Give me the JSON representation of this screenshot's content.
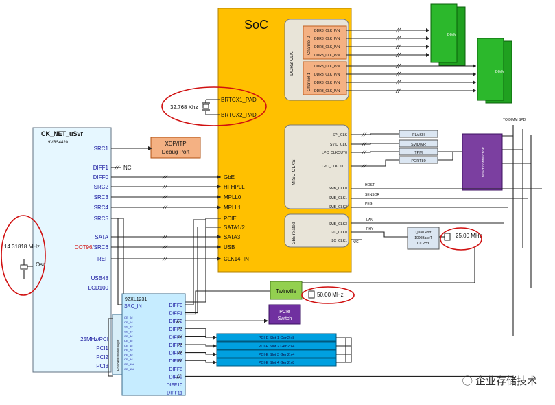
{
  "soc": {
    "title": "SoC",
    "rtc_pins": [
      "BRTCX1_PAD",
      "BRTCX2_PAD"
    ],
    "left_pins": [
      "GbE",
      "HFHPLL",
      "MPLL0",
      "MPLL1",
      "PCIE",
      "SATA1/2",
      "SATA3",
      "USB",
      "CLK14_IN"
    ],
    "ddr3_clk_label": "DDR3 CLK",
    "channel0_label": "Channel 0",
    "channel1_label": "Channel 1",
    "ddr3_pins": [
      "DDR3_CLK_P/N",
      "DDR3_CLK_P/N",
      "DDR3_CLK_P/N",
      "DDR3_CLK_P/N",
      "DDR3_CLK_P/N",
      "DDR3_CLK_P/N",
      "DDR3_CLK_P/N",
      "DDR3_CLK_P/N"
    ],
    "misc_label": "MISC CLKS",
    "misc_pins": [
      "SPI_CLK",
      "SVID_CLK",
      "LPC_CLKOUT0",
      "LPC_CLKOUT1",
      "SMB_CLK0",
      "SMB_CLK1",
      "SMB_CLK2"
    ],
    "gbe_label": "GbE related",
    "gbe_pins": [
      "SMB_CLK3",
      "I2C_CLK0",
      "I2C_CLK1"
    ]
  },
  "crystals": {
    "rtc": "32.768 Khz",
    "clkgen": "14.31818 MHz",
    "osc_label": "Osc",
    "phy": "25.00 MHz",
    "twinville": "50.00 MHz"
  },
  "clkgen": {
    "title": "CK_NET_uSvr",
    "part": "9VRS4420",
    "pins": [
      "SRC1",
      "DIFF1",
      "DIFF0",
      "SRC2",
      "SRC3",
      "SRC4",
      "SRC5",
      "SATA",
      "DOT96/SRC6",
      "REF",
      "USB48",
      "LCD100",
      "25MHz/PCI",
      "PCI1",
      "PCI2",
      "PCI3"
    ],
    "nc": "NC"
  },
  "xdp": {
    "line1": "XDP/ITP",
    "line2": "Debug Port"
  },
  "buffer": {
    "title": "9ZXL1231",
    "src_in": "SRC_IN",
    "diffs": [
      "DIFF0",
      "DIFF1",
      "DIFF2",
      "DIFF3",
      "DIFF4",
      "DIFF5",
      "DIFF6",
      "DIFF7",
      "DIFF8",
      "DIFF9",
      "DIFF10",
      "DIFF11"
    ],
    "oe_pins": [
      "OE_0#",
      "OE_1#",
      "OE_2#",
      "OE_3#",
      "OE_4#",
      "OE_5#",
      "OE_6#",
      "OE_7#",
      "OE_8#",
      "OE_9#",
      "OE_10#",
      "OE_11#"
    ],
    "enable_label": "Enable/Disable logic"
  },
  "dimms": [
    "DIMM",
    "DIMM"
  ],
  "spd_label": "TO DIMM SPD",
  "peripherals": [
    "FLASH",
    "SVID/VR",
    "TPM",
    "PORT80"
  ],
  "mgmt": "MGMT CONNECTOR",
  "smb_nets": [
    "HOST",
    "SENSOR",
    "PEG"
  ],
  "gbe_nets": [
    "LAN",
    "PHY",
    "N/C"
  ],
  "phy": {
    "line1": "Quad Port",
    "line2": "1000BaseT",
    "line3": "Cu PHY"
  },
  "twinville": "Twinville",
  "pcie_switch": {
    "line1": "PCIe",
    "line2": "Switch"
  },
  "slots": [
    "PCI-E Slot 1 Gen2 x8",
    "PCI-E Slot 2 Gen2 x4",
    "PCI-E Slot 3 Gen2 x4",
    "PCI-E Slot 4 Gen2 x8"
  ],
  "watermark": "企业存储技术",
  "colors": {
    "soc": "#ffc000",
    "clkgen": "#e6f7ff",
    "buffer": "#c6ecff",
    "dimm": "#20a020",
    "xdp": "#f4b183",
    "twinville": "#93d050",
    "switch": "#7030a0",
    "slot": "#00a0e0",
    "highlight": "#d01010",
    "dot96": "#d01010"
  }
}
